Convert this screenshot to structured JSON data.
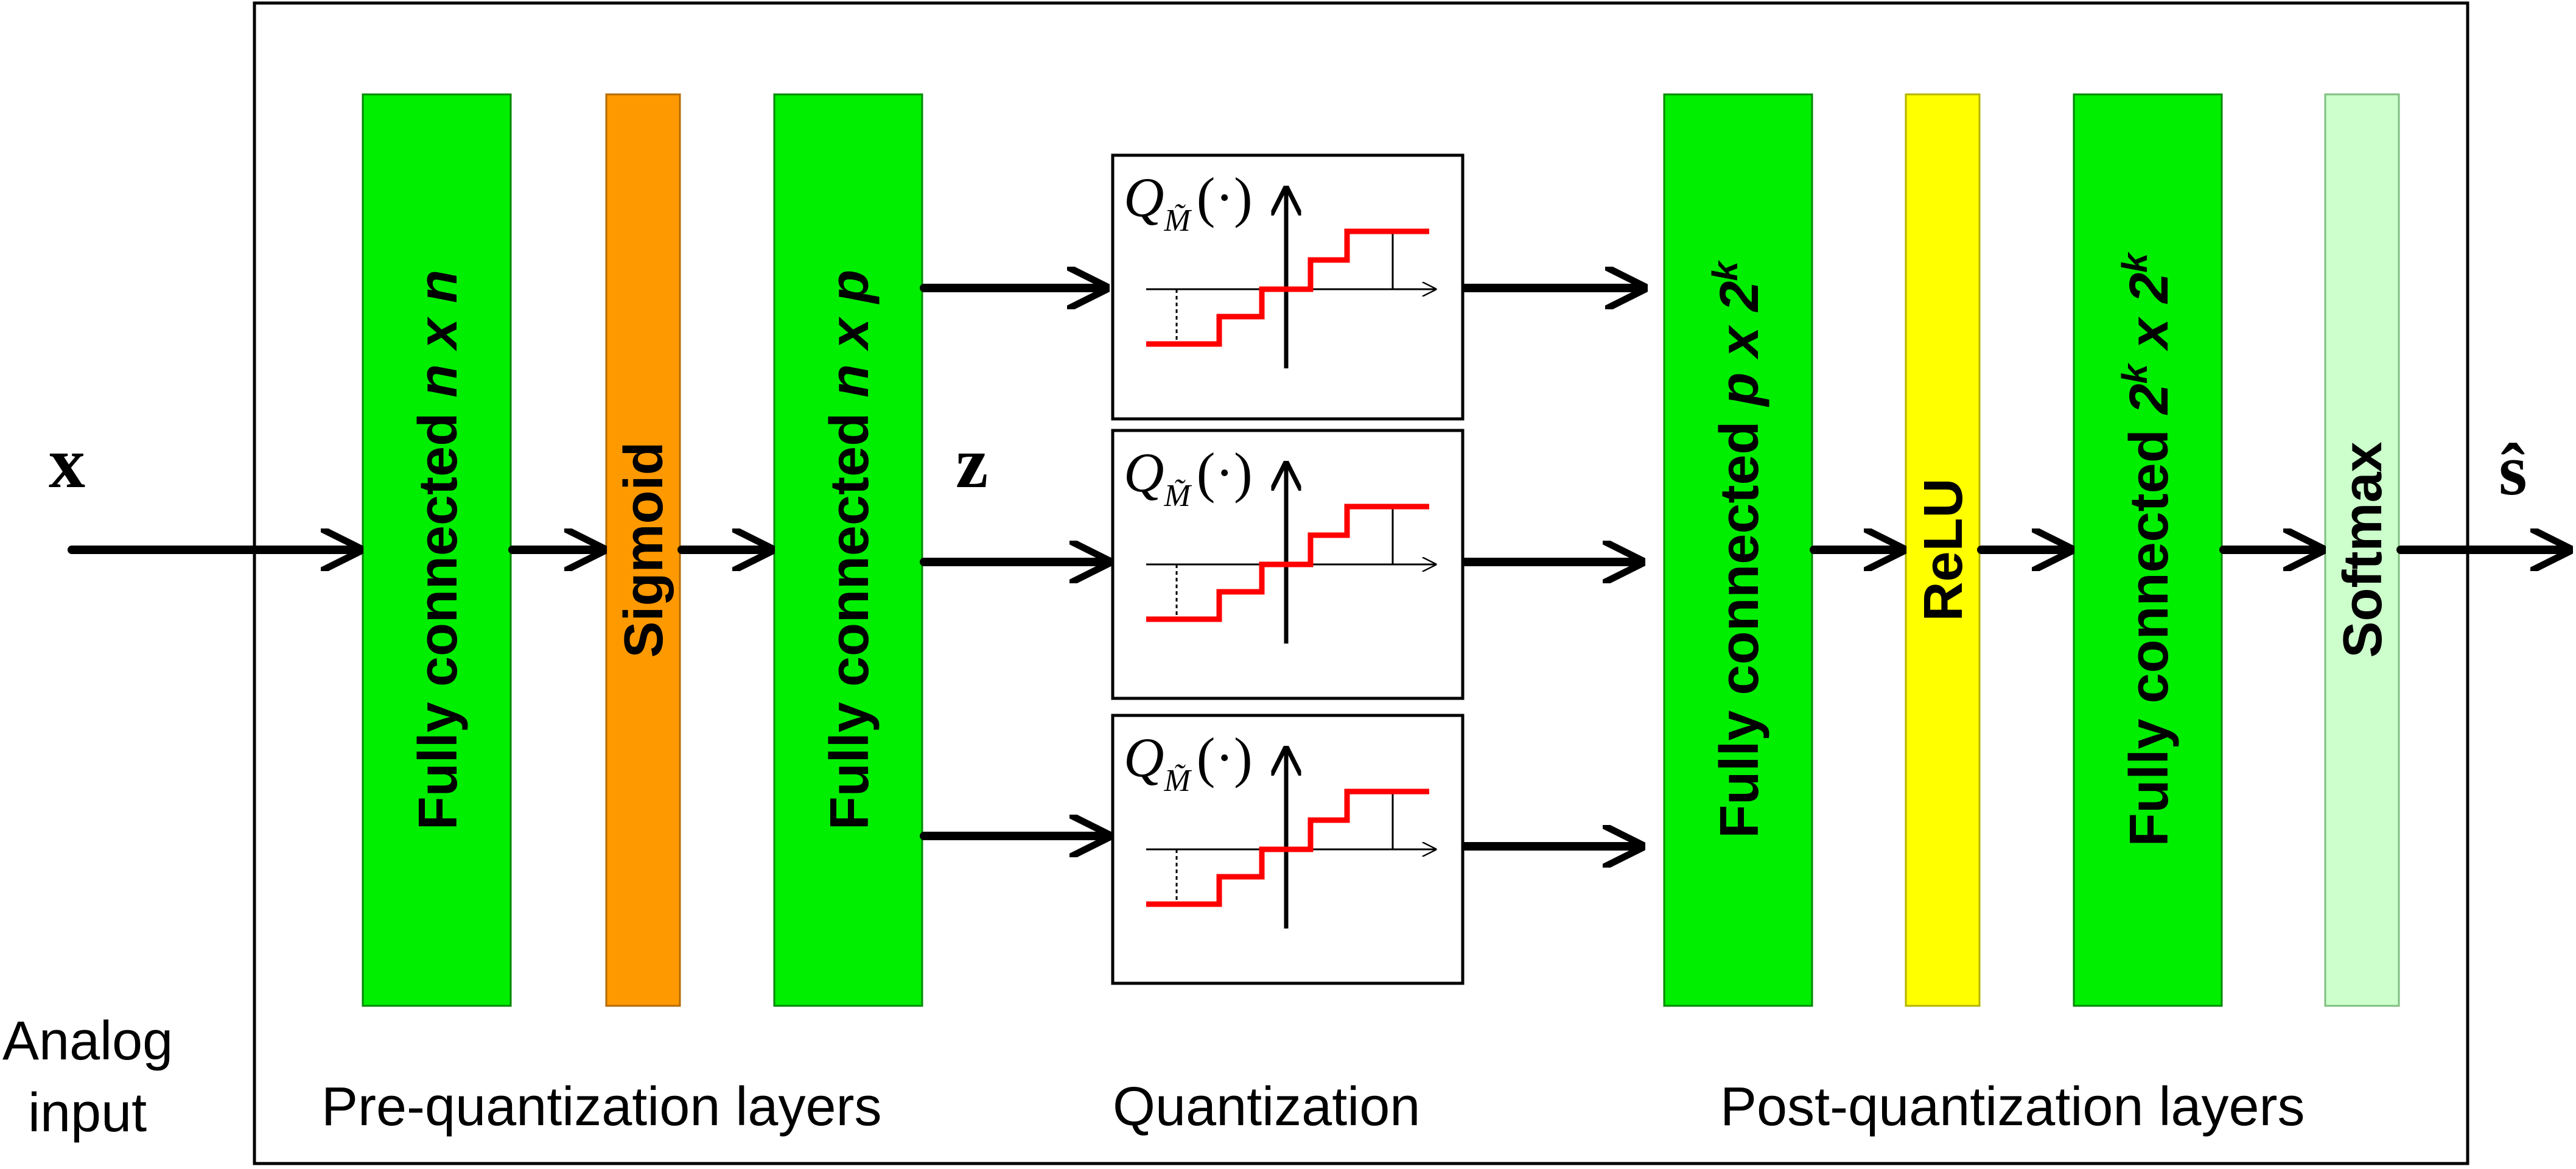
{
  "input": {
    "label_line1": "Analog",
    "label_line2": "input",
    "variable": "x"
  },
  "intermediate_variable": "z",
  "output_variable": "ŝ",
  "layers": {
    "fc1": {
      "prefix": "Fully connected ",
      "dims": "n x n",
      "color": "#00ee00"
    },
    "sigmoid": {
      "label": "Sigmoid",
      "color": "#ff9900"
    },
    "fc2": {
      "prefix": "Fully connected ",
      "dims": "n x p",
      "color": "#00ee00"
    },
    "fc3": {
      "prefix": "Fully connected ",
      "dims_a": "p x 2",
      "exp": "k",
      "color": "#00ee00"
    },
    "relu": {
      "label": "ReLU",
      "color": "#ffff00"
    },
    "fc4": {
      "prefix": "Fully connected ",
      "dims_a": "2",
      "exp1": "k",
      "dims_b": " x 2",
      "exp2": "k",
      "color": "#00ee00"
    },
    "softmax": {
      "label": "Softmax",
      "color": "#ccffcc"
    }
  },
  "quantizer": {
    "symbol": "Q",
    "subscript": "M̃",
    "argument": "(·)",
    "curve_color": "#ff0000"
  },
  "captions": {
    "pre": "Pre-quantization layers",
    "quant": "Quantization",
    "post": "Post-quantization layers"
  }
}
